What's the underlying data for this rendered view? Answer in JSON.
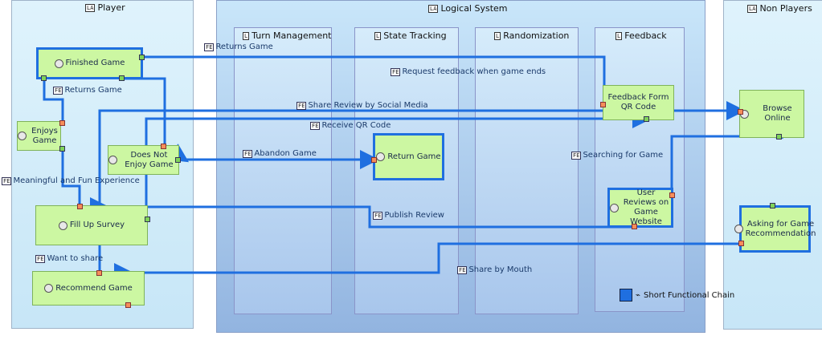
{
  "lanes": {
    "player": "Player",
    "logical_system": "Logical System",
    "non_players": "Non Players"
  },
  "sublanes": {
    "turn_management": "Turn Management",
    "state_tracking": "State Tracking",
    "randomization": "Randomization",
    "feedback": "Feedback"
  },
  "functions": {
    "finished_game": "Finished Game",
    "enjoys_game": "Enjoys Game",
    "does_not_enjoy_game": "Does Not Enjoy Game",
    "fill_up_survey": "Fill Up Survey",
    "recommend_game": "Recommend Game",
    "return_game": "Return Game",
    "feedback_form_qr": "Feedback Form QR Code",
    "user_reviews": "User Reviews on Game Website",
    "browse_online": "Browse Online",
    "asking_for_recommendation": "Asking for Game Recommendation"
  },
  "exchanges": {
    "returns_game_top": "Returns Game",
    "returns_game": "Returns Game",
    "request_feedback": "Request feedback when game ends",
    "share_review_social": "Share Review by Social Media",
    "receive_qr": "Receive QR Code",
    "abandon_game": "Abandon Game",
    "searching_for_game": "Searching for Game",
    "meaningful_fun": "Meaningful and Fun Experience",
    "publish_review": "Publish Review",
    "want_to_share": "Want to share",
    "share_by_mouth": "Share by Mouth"
  },
  "legend": {
    "short_functional_chain": "Short Functional Chain"
  },
  "colors": {
    "chain": "#1f6fe0",
    "function_fill": "#ccf7a2"
  }
}
